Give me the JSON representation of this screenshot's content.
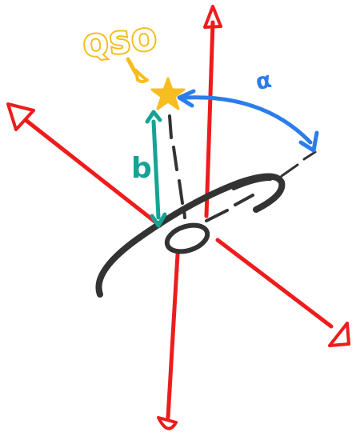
{
  "labels": {
    "source": "QSO",
    "angle": "α",
    "distance": "b"
  },
  "colors": {
    "axes": "#ee1c1c",
    "disk": "#333333",
    "source": "#f5bd1f",
    "angle": "#2b7de9",
    "distance": "#16a394",
    "dashed": "#333333"
  }
}
